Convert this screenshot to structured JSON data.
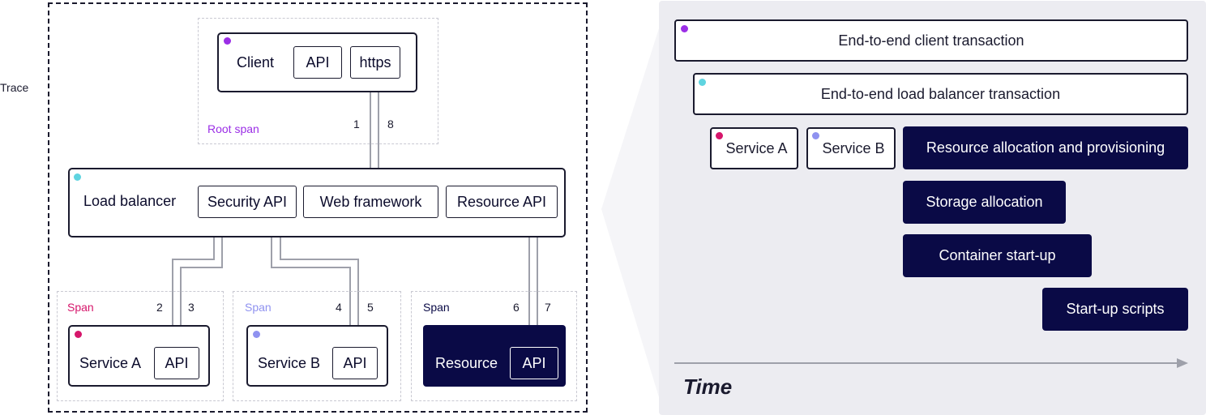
{
  "colors": {
    "client_dot": "#9b2ee6",
    "load_balancer_dot": "#5fd4e0",
    "service_a_dot": "#d6166b",
    "service_b_dot": "#8f92f0",
    "dark_navy": "#0a0a46",
    "connector": "#9ea0aa"
  },
  "trace": {
    "label": "Trace"
  },
  "client": {
    "label": "Client",
    "api": "API",
    "https": "https",
    "span_label": "Root span",
    "step_out": "1",
    "step_in": "8"
  },
  "load_balancer": {
    "label": "Load balancer",
    "security_api": "Security API",
    "web_framework": "Web framework",
    "resource_api": "Resource API"
  },
  "service_a": {
    "span_label": "Span",
    "label": "Service A",
    "api": "API",
    "step_out": "2",
    "step_in": "3"
  },
  "service_b": {
    "span_label": "Span",
    "label": "Service B",
    "api": "API",
    "step_out": "4",
    "step_in": "5"
  },
  "resource": {
    "span_label": "Span",
    "label": "Resource",
    "api": "API",
    "step_out": "6",
    "step_in": "7"
  },
  "timeline": {
    "client_transaction": "End-to-end client transaction",
    "lb_transaction": "End-to-end load balancer transaction",
    "service_a": "Service A",
    "service_b": "Service B",
    "resource_allocation": "Resource allocation and provisioning",
    "storage_allocation": "Storage allocation",
    "container_startup": "Container start-up",
    "startup_scripts": "Start-up scripts",
    "axis_label": "Time"
  }
}
